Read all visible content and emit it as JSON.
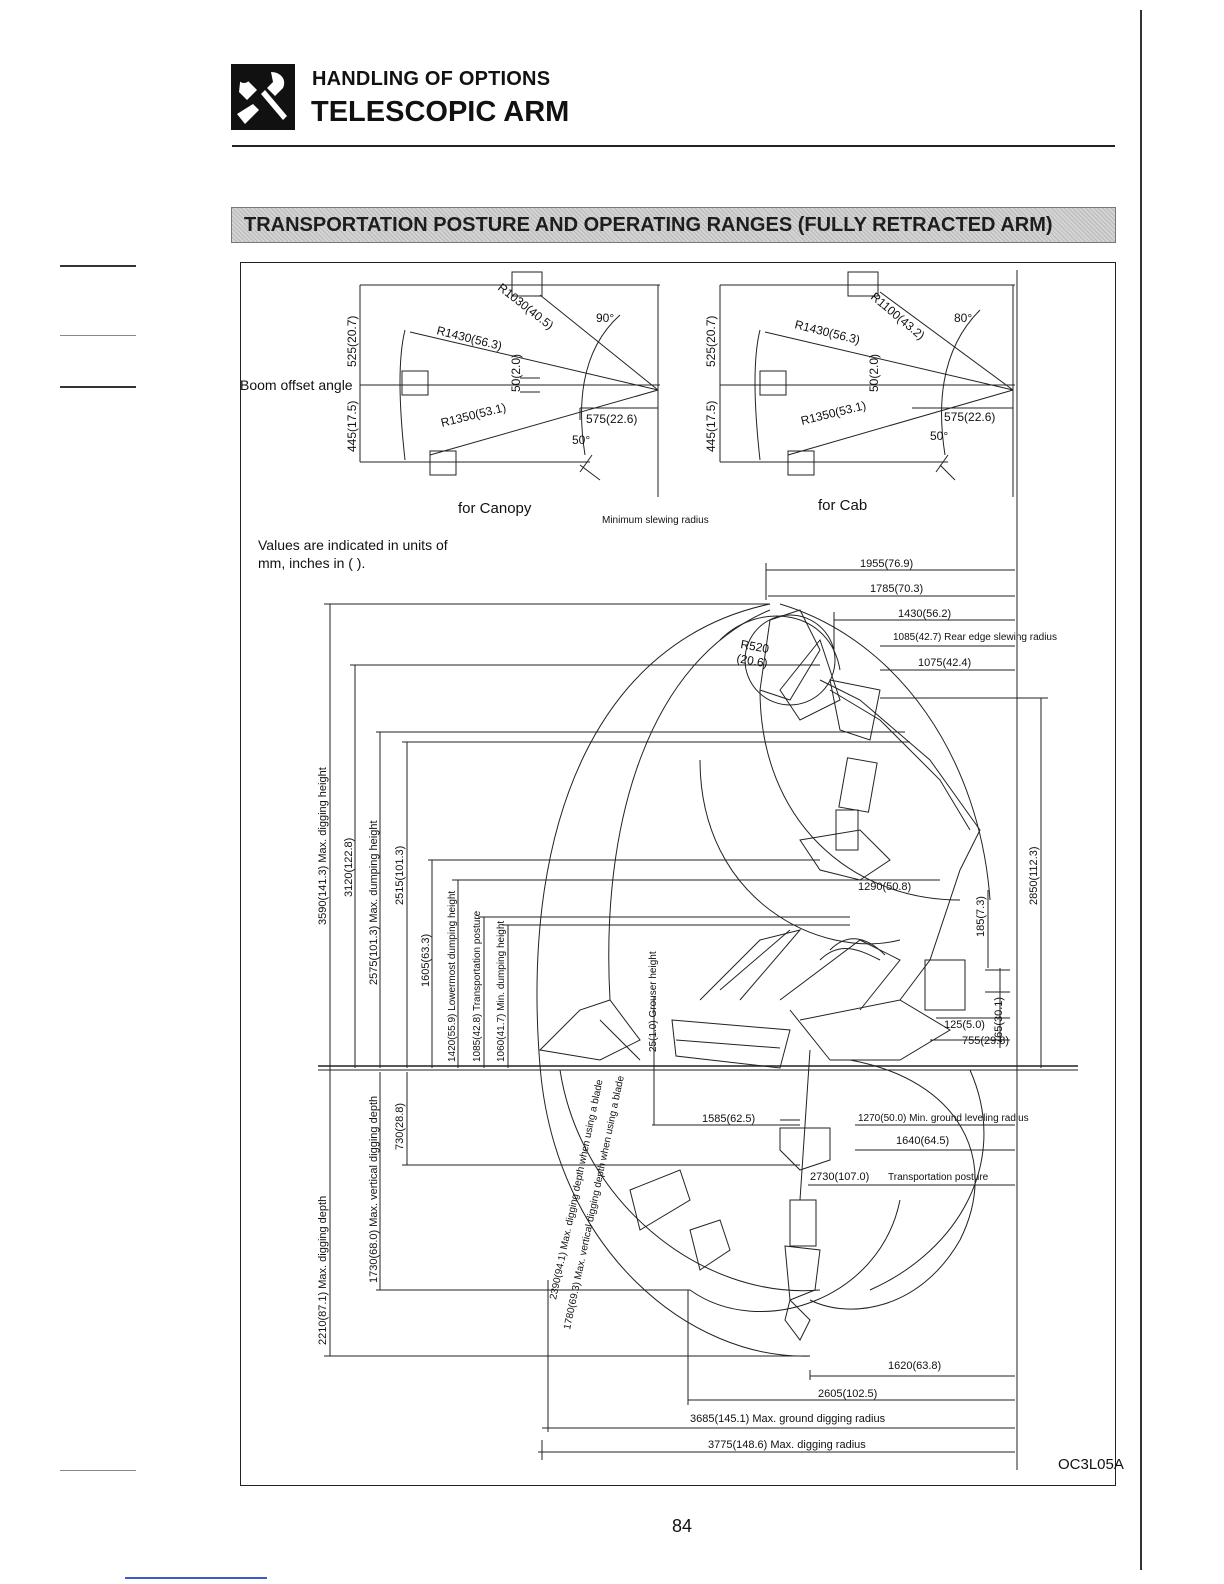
{
  "header": {
    "kicker": "HANDLING OF OPTIONS",
    "title": "TELESCOPIC ARM",
    "icon": "wrench-tools-icon"
  },
  "section_banner": "TRANSPORTATION POSTURE AND OPERATING RANGES (FULLY RETRACTED ARM)",
  "top_views": {
    "boom_offset_label": "Boom offset angle",
    "canopy": {
      "caption": "for Canopy",
      "left_dims": [
        "525(20.7)",
        "445(17.5)"
      ],
      "radii": [
        "R1030(40.5)",
        "R1430(56.3)",
        "R1350(53.1)"
      ],
      "small": [
        "50(2.0)",
        "575(22.6)"
      ],
      "angles": [
        "90°",
        "50°"
      ]
    },
    "cab": {
      "caption": "for Cab",
      "left_dims": [
        "525(20.7)",
        "445(17.5)"
      ],
      "radii": [
        "R1100(43.2)",
        "R1430(56.3)",
        "R1350(53.1)"
      ],
      "small": [
        "50(2.0)",
        "575(22.6)"
      ],
      "angles": [
        "80°",
        "50°"
      ]
    },
    "min_slew_label": "Minimum slewing radius"
  },
  "units_note": "Values are indicated in units of mm, inches in ( ).",
  "side_view": {
    "top_dims": [
      "1955(76.9)",
      "1785(70.3)",
      "1430(56.2)",
      "1085(42.7) Rear edge slewing radius",
      "1075(42.4)"
    ],
    "bucket_radius": [
      "R520",
      "(20.6)"
    ],
    "vertical_dims": [
      "3590(141.3) Max. digging height",
      "3120(122.8)",
      "2575(101.3) Max. dumping height",
      "2515(101.3)",
      "1605(63.3)",
      "1420(55.9) Lowermost dumping height",
      "1085(42.8) Transportation posture",
      "1060(41.7) Min. dumping height",
      "25(1.0) Grouser height",
      "730(28.8)",
      "1730(68.0) Max. vertical digging depth",
      "2210(87.1) Max. digging depth",
      "2850(112.3)",
      "185(7.3)",
      "765(30.1)"
    ],
    "blade_dims": [
      "2390(94.1) Max. digging depth when using a blade",
      "1780(69.3) Max. vertical digging depth when using a blade"
    ],
    "right_dims": [
      "1290(50.8)",
      "125(5.0)",
      "755(29.8)"
    ],
    "horizontal_dims": [
      "1585(62.5)",
      "1270(50.0) Min. ground leveling radius",
      "1640(64.5)",
      "2730(107.0)",
      "Transportation posture",
      "1620(63.8)",
      "2605(102.5)",
      "3685(145.1) Max. ground digging radius",
      "3775(148.6) Max. digging radius"
    ]
  },
  "figure_code": "OC3L05A",
  "page_number": "84"
}
